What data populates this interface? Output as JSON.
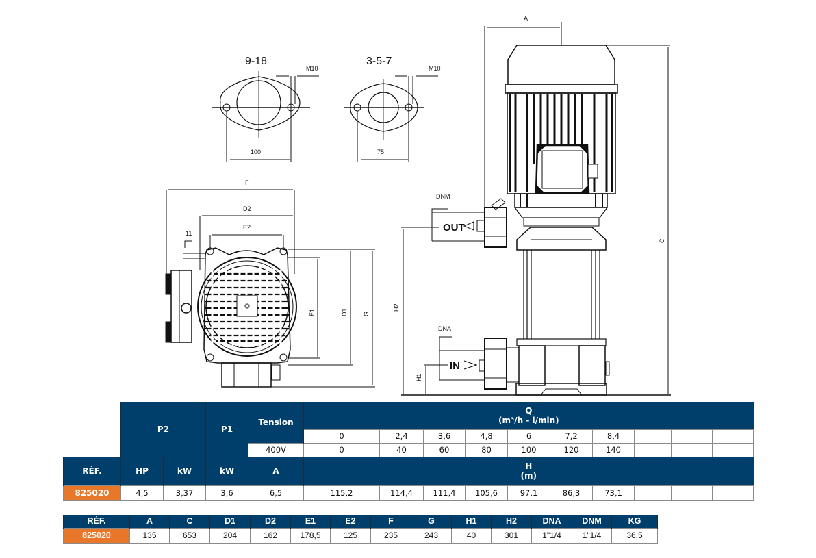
{
  "drawing": {
    "flange_views": [
      {
        "title": "9-18",
        "bolt_label": "M10",
        "spacing": "100"
      },
      {
        "title": "3-5-7",
        "bolt_label": "M10",
        "spacing": "75"
      }
    ],
    "top_view_labels": {
      "F": "F",
      "D2": "D2",
      "E2": "E2",
      "hole": "11",
      "E1": "E1",
      "D1": "D1",
      "G": "G"
    },
    "side_view_labels": {
      "A": "A",
      "C": "C",
      "H2": "H2",
      "H1": "H1",
      "DNM": "DNM",
      "DNA": "DNA",
      "out": "OUT",
      "in": "IN"
    }
  },
  "performance_table": {
    "headers": {
      "ref": "RÉF.",
      "p2": "P2",
      "p1": "P1",
      "tension": "Tension",
      "q_title": "Q",
      "q_units": "(m³/h - l/min)",
      "hp": "HP",
      "kw_p2": "kW",
      "kw_p1": "kW",
      "amps": "A",
      "h_title": "H",
      "h_units": "(m)"
    },
    "voltage": "400V",
    "flow_m3h": [
      "0",
      "2,4",
      "3,6",
      "4,8",
      "6",
      "7,2",
      "8,4",
      "",
      "",
      ""
    ],
    "flow_lmin": [
      "0",
      "40",
      "60",
      "80",
      "100",
      "120",
      "140",
      "",
      "",
      ""
    ],
    "rows": [
      {
        "ref": "825020",
        "hp": "4,5",
        "kw_p2": "3,37",
        "kw_p1": "3,6",
        "amps": "6,5",
        "head_m": [
          "115,2",
          "114,4",
          "111,4",
          "105,6",
          "97,1",
          "86,3",
          "73,1",
          "",
          "",
          ""
        ]
      }
    ]
  },
  "dimensions_table": {
    "headers": [
      "RÉF.",
      "A",
      "C",
      "D1",
      "D2",
      "E1",
      "E2",
      "F",
      "G",
      "H1",
      "H2",
      "DNA",
      "DNM",
      "KG"
    ],
    "rows": [
      [
        "825020",
        "135",
        "653",
        "204",
        "162",
        "178,5",
        "125",
        "235",
        "243",
        "40",
        "301",
        "1\"1/4",
        "1\"1/4",
        "36,5"
      ]
    ]
  },
  "colors": {
    "header_blue": "#003F6B",
    "ref_orange": "#E8772A"
  }
}
